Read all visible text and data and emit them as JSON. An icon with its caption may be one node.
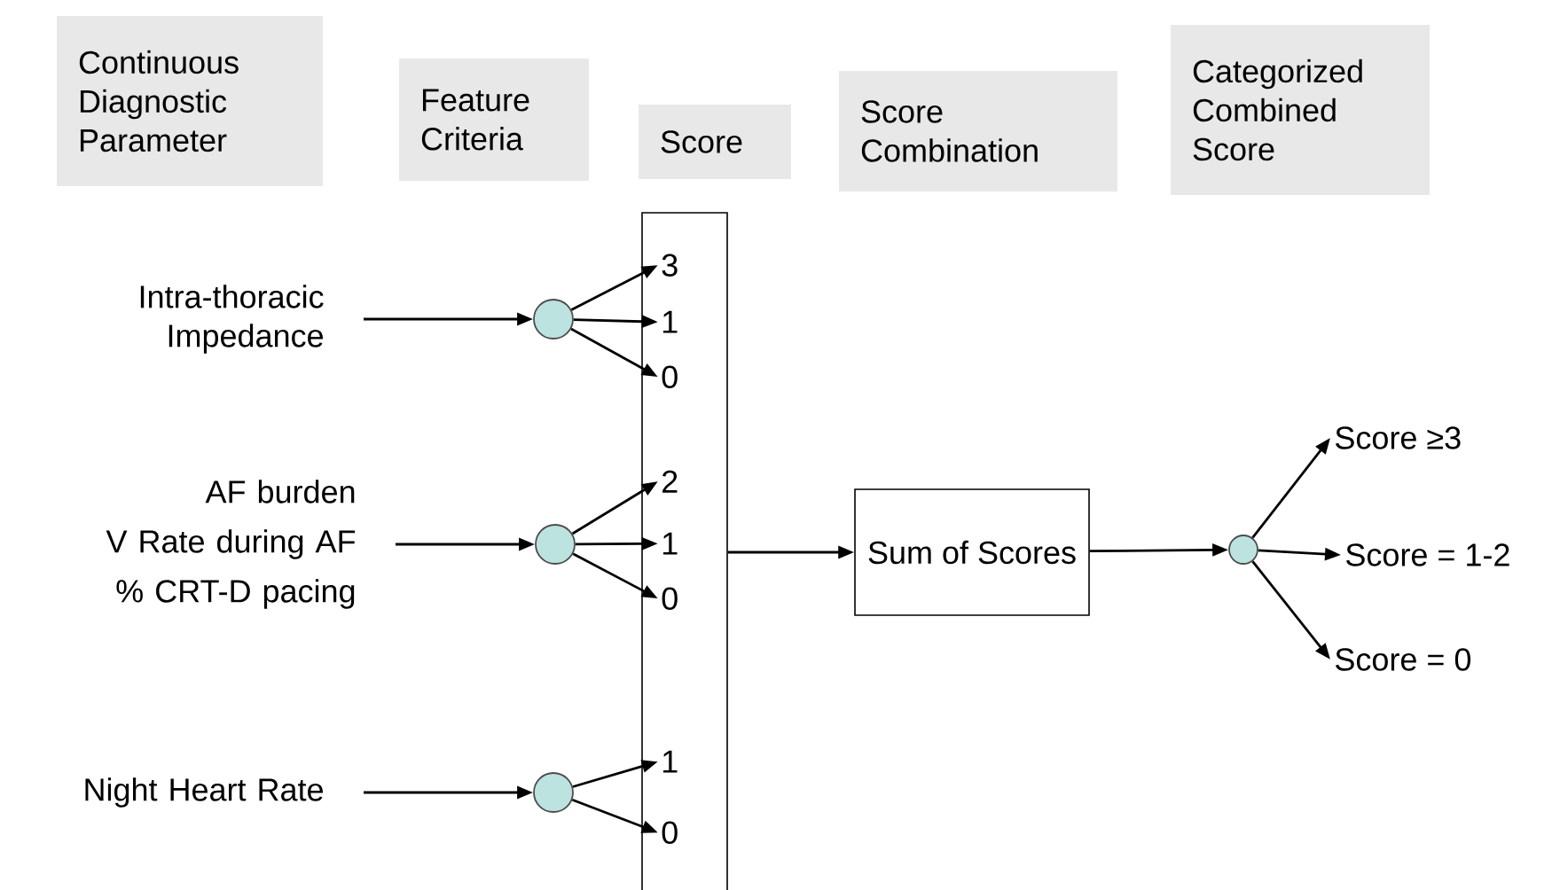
{
  "diagram": {
    "nodes": [
      {
        "text": [
          "Continuous Diagnostic Parameter"
        ]
      },
      {
        "text": [
          "Feature Criteria"
        ]
      },
      {
        "text": [
          "Score"
        ]
      },
      {
        "text": [
          "Score Combination"
        ]
      },
      {
        "text": [
          "Categorized Combined Score"
        ]
      },
      {
        "text": [
          "Intra-thoracic Impedance"
        ]
      },
      {
        "text": [
          "AF burden",
          "V Rate during AF",
          "% CRT-D pacing"
        ]
      },
      {
        "text": [
          "Night Heart Rate"
        ]
      },
      {
        "text": [],
        "shape": "circle"
      },
      {
        "text": [],
        "shape": "circle"
      },
      {
        "text": [],
        "shape": "circle"
      },
      {
        "text": [],
        "shape": "box"
      },
      {
        "text": [
          "3"
        ],
        "in": 11
      },
      {
        "text": [
          "1"
        ],
        "in": 11
      },
      {
        "text": [
          "0"
        ],
        "in": 11
      },
      {
        "text": [
          "2"
        ],
        "in": 11
      },
      {
        "text": [
          "1"
        ],
        "in": 11
      },
      {
        "text": [
          "0"
        ],
        "in": 11
      },
      {
        "text": [
          "1"
        ],
        "in": 11
      },
      {
        "text": [
          "0"
        ],
        "in": 11
      },
      {
        "text": [
          "Sum of Scores"
        ]
      },
      {
        "text": [],
        "shape": "circle"
      },
      {
        "text": [
          "Score ≥3"
        ]
      },
      {
        "text": [
          "Score = 1-2"
        ]
      },
      {
        "text": [
          "Score = 0"
        ]
      }
    ],
    "edges": [
      {
        "from": 5,
        "to": 8,
        "arrow": "to"
      },
      {
        "from": 6,
        "to": 9,
        "arrow": "to"
      },
      {
        "from": 7,
        "to": 10,
        "arrow": "to"
      },
      {
        "from": 8,
        "to": 12,
        "arrow": "to"
      },
      {
        "from": 8,
        "to": 13,
        "arrow": "to"
      },
      {
        "from": 8,
        "to": 14,
        "arrow": "to"
      },
      {
        "from": 9,
        "to": 15,
        "arrow": "to"
      },
      {
        "from": 9,
        "to": 16,
        "arrow": "to"
      },
      {
        "from": 9,
        "to": 17,
        "arrow": "to"
      },
      {
        "from": 10,
        "to": 18,
        "arrow": "to"
      },
      {
        "from": 10,
        "to": 19,
        "arrow": "to"
      },
      {
        "from": 11,
        "to": 20,
        "arrow": "to"
      },
      {
        "from": 20,
        "to": 21,
        "arrow": "to"
      },
      {
        "from": 21,
        "to": 22,
        "arrow": "to"
      },
      {
        "from": 21,
        "to": 23,
        "arrow": "to"
      },
      {
        "from": 21,
        "to": 24,
        "arrow": "to"
      }
    ]
  }
}
